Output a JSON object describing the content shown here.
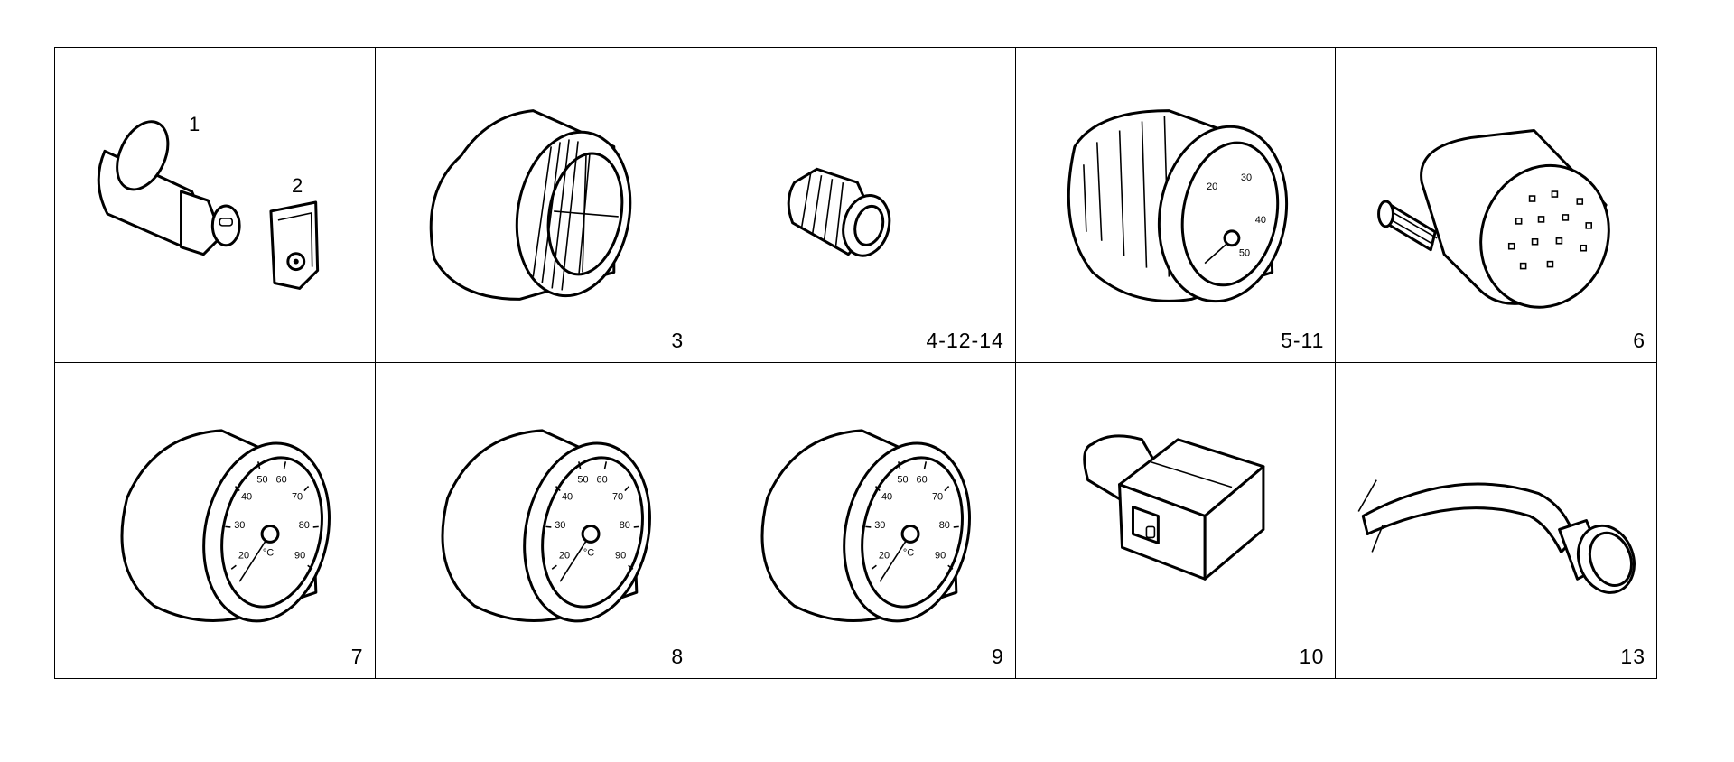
{
  "cells": [
    {
      "label": "",
      "callouts": [
        "1",
        "2"
      ],
      "icon": "sensor-and-clip"
    },
    {
      "label": "3",
      "icon": "buzzer"
    },
    {
      "label": "4-12-14",
      "icon": "small-plug"
    },
    {
      "label": "5-11",
      "icon": "tachometer-gauge"
    },
    {
      "label": "6",
      "icon": "warning-light-cluster"
    },
    {
      "label": "7",
      "icon": "temperature-gauge"
    },
    {
      "label": "8",
      "icon": "temperature-gauge"
    },
    {
      "label": "9",
      "icon": "temperature-gauge"
    },
    {
      "label": "10",
      "icon": "multi-pin-connector"
    },
    {
      "label": "13",
      "icon": "cable-with-round-connector"
    }
  ],
  "gauge": {
    "scale": [
      "20",
      "30",
      "40",
      "50",
      "60",
      "70",
      "80",
      "90"
    ],
    "unit": "°C"
  }
}
